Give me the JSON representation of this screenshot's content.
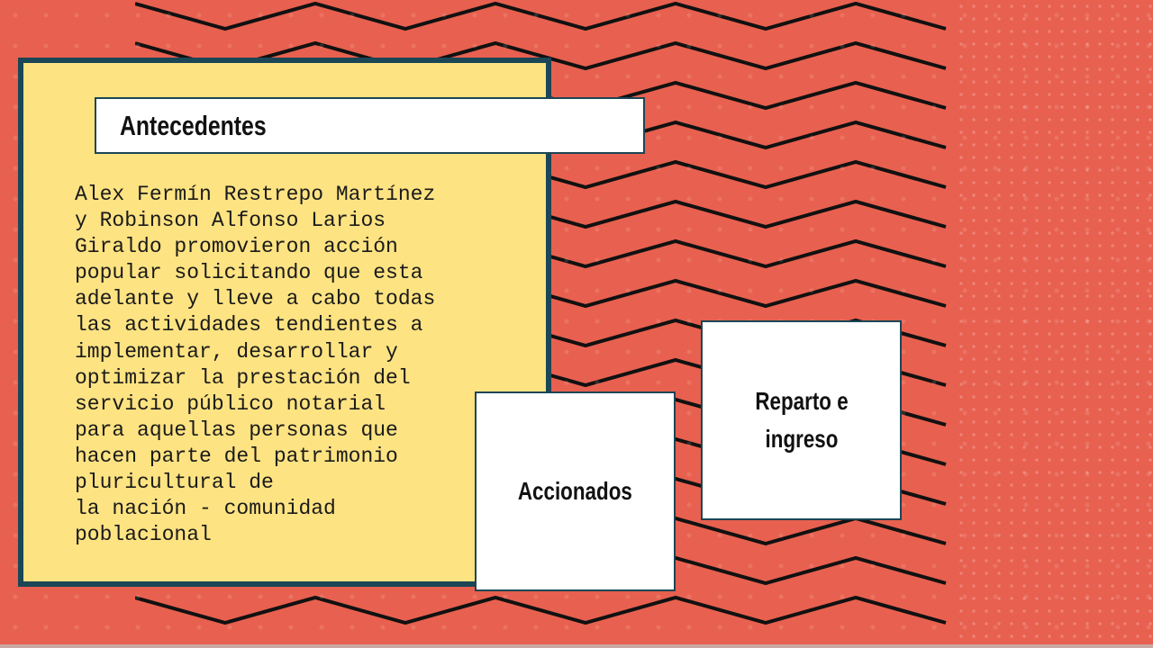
{
  "slide": {
    "title": "Antecedentes",
    "body": "Alex Fermín Restrepo Martínez\ny Robinson Alfonso Larios\nGiraldo promovieron acción\npopular solicitando que esta\nadelante y lleve a cabo todas\nlas actividades tendientes a\nimplementar, desarrollar y\noptimizar la prestación del\nservicio público notarial\npara aquellas personas que\nhacen parte del patrimonio\npluricultural de\nla nación - comunidad\npoblacional",
    "cards": [
      {
        "label": "Accionados"
      },
      {
        "label": "Reparto e ingreso"
      }
    ]
  },
  "colors": {
    "background": "#e8604f",
    "panel": "#fde382",
    "border": "#1b4655"
  }
}
